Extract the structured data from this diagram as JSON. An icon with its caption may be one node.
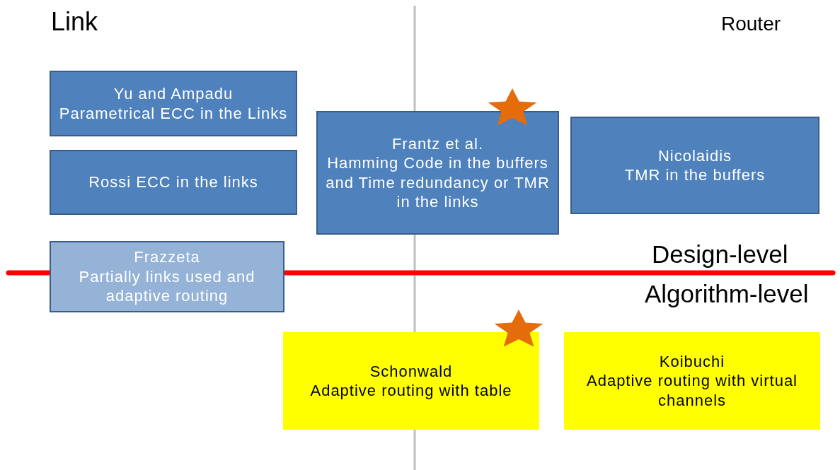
{
  "diagram": {
    "nodes": [
      {
        "text": [
          "Yu and Ampadu",
          "Parametrical ECC in the Links"
        ]
      },
      {
        "text": [
          "Rossi ECC in the links"
        ]
      },
      {
        "text": [
          "Frantz et al.",
          "Hamming Code in the buffers and Time redundancy or TMR in the links"
        ]
      },
      {
        "text": [
          "Nicolaidis",
          "TMR in the buffers"
        ]
      },
      {
        "text": [
          "Frazzeta",
          "Partially links used and adaptive routing"
        ]
      },
      {
        "text": [
          "Schonwald",
          "Adaptive routing with table"
        ]
      },
      {
        "text": [
          "Koibuchi",
          "Adaptive routing with virtual channels"
        ]
      }
    ],
    "labels": [
      "Link",
      "Router",
      "Design-level",
      "Algorithm-level"
    ]
  }
}
